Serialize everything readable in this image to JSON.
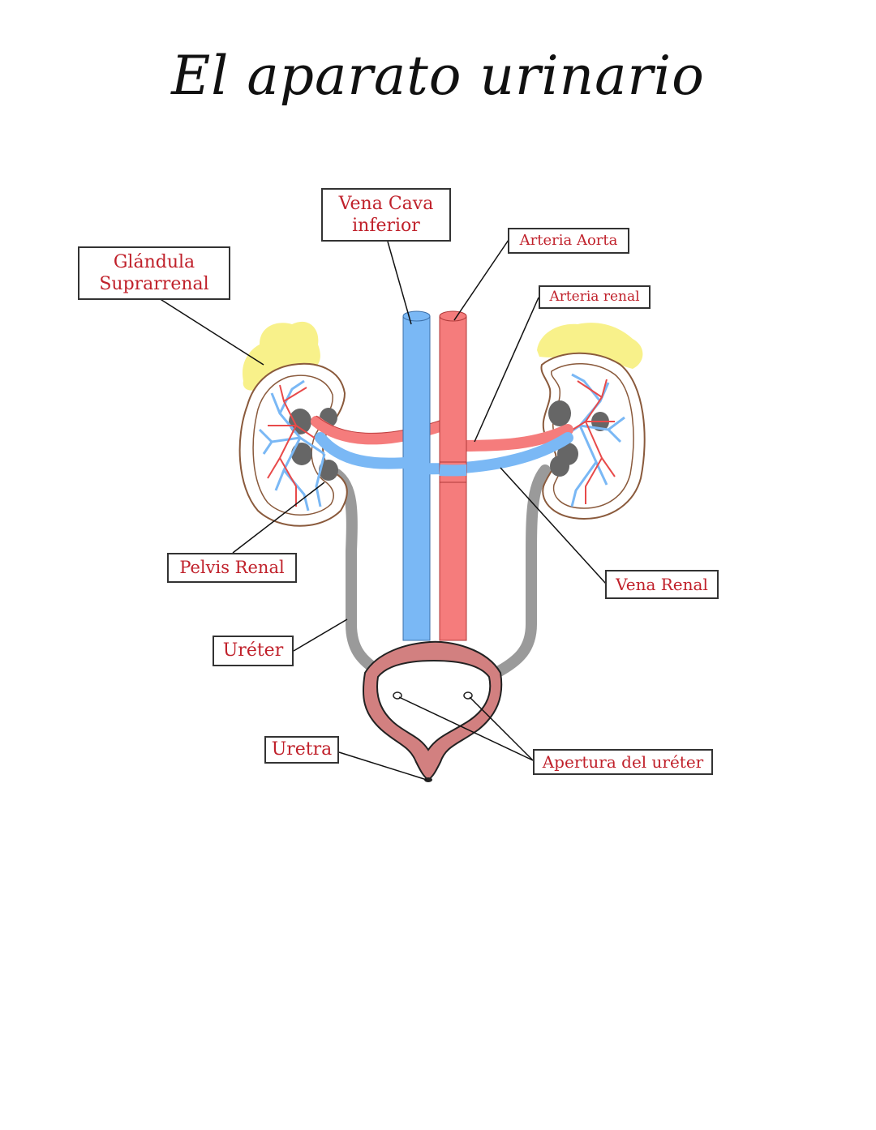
{
  "title": "El aparato urinario",
  "labels": {
    "vena_cava": {
      "line1": "Vena Cava",
      "line2": "inferior"
    },
    "arteria_aorta": "Arteria Aorta",
    "glandula": {
      "line1": "Glándula",
      "line2": "Suprarrenal"
    },
    "arteria_renal": "Arteria renal",
    "pelvis_renal": "Pelvis Renal",
    "vena_renal": "Vena Renal",
    "ureter": "Uréter",
    "uretra": "Uretra",
    "apertura": "Apertura del uréter"
  },
  "colors": {
    "vein": "#7ab8f5",
    "artery": "#f57c7c",
    "adrenal": "#f8f18a",
    "kidney_outline": "#8a5a3c",
    "ureter": "#9a9a9a",
    "bladder": "#d28080",
    "label_text": "#c0212b"
  }
}
